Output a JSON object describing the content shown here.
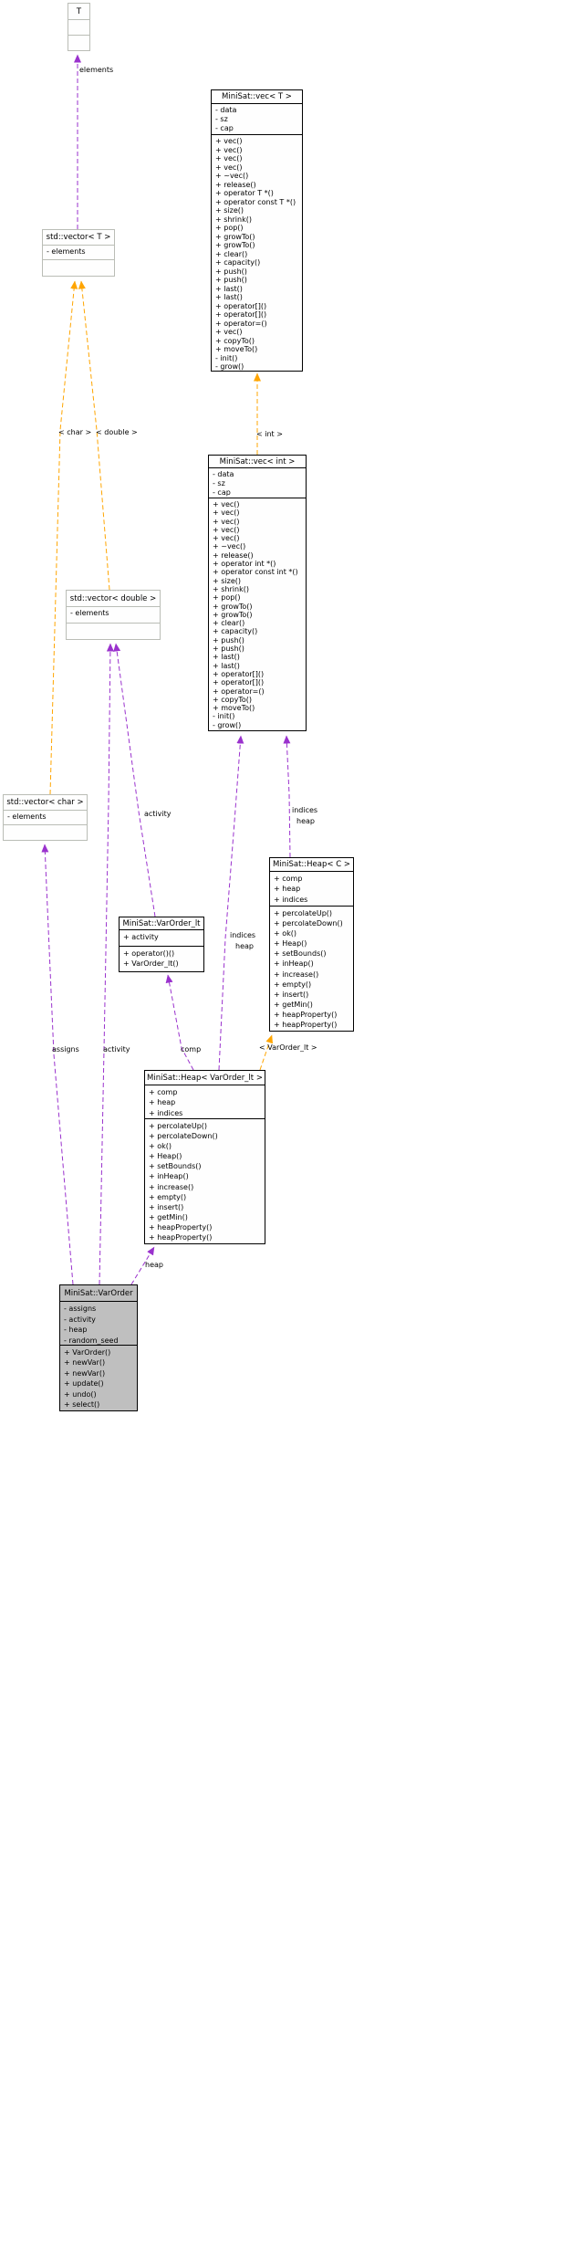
{
  "diagram_type": "collaboration-graph",
  "colors": {
    "usage_edge": "#9a32cd",
    "template_edge": "#ffa500",
    "class_fill": "#fefefe",
    "main_class_fill": "#bfbfbf",
    "external_border": "#babdb6",
    "class_border": "#000000"
  },
  "classes": {
    "t": {
      "title": "T",
      "attributes": [],
      "methods": []
    },
    "vec_t": {
      "title": "MiniSat::vec< T >",
      "attributes": [
        "- data",
        "- sz",
        "- cap"
      ],
      "methods": [
        "+ vec()",
        "+ vec()",
        "+ vec()",
        "+ vec()",
        "+ ~vec()",
        "+ release()",
        "+ operator T *()",
        "+ operator const T *()",
        "+ size()",
        "+ shrink()",
        "+ pop()",
        "+ growTo()",
        "+ growTo()",
        "+ clear()",
        "+ capacity()",
        "+ push()",
        "+ push()",
        "+ last()",
        "+ last()",
        "+ operator[]()",
        "+ operator[]()",
        "+ operator=()",
        "+ vec()",
        "+ copyTo()",
        "+ moveTo()",
        "- init()",
        "- grow()"
      ]
    },
    "vector_t": {
      "title": "std::vector< T >",
      "attributes": [
        "- elements"
      ],
      "methods": []
    },
    "vec_int": {
      "title": "MiniSat::vec< int >",
      "attributes": [
        "- data",
        "- sz",
        "- cap"
      ],
      "methods": [
        "+ vec()",
        "+ vec()",
        "+ vec()",
        "+ vec()",
        "+ vec()",
        "+ ~vec()",
        "+ release()",
        "+ operator int *()",
        "+ operator const int *()",
        "+ size()",
        "+ shrink()",
        "+ pop()",
        "+ growTo()",
        "+ growTo()",
        "+ clear()",
        "+ capacity()",
        "+ push()",
        "+ push()",
        "+ last()",
        "+ last()",
        "+ operator[]()",
        "+ operator[]()",
        "+ operator=()",
        "+ copyTo()",
        "+ moveTo()",
        "- init()",
        "- grow()"
      ]
    },
    "vector_double": {
      "title": "std::vector< double >",
      "attributes": [
        "- elements"
      ],
      "methods": []
    },
    "vector_char": {
      "title": "std::vector< char >",
      "attributes": [
        "- elements"
      ],
      "methods": []
    },
    "heap_c": {
      "title": "MiniSat::Heap< C >",
      "attributes": [
        "+ comp",
        "+ heap",
        "+ indices"
      ],
      "methods": [
        "+ percolateUp()",
        "+ percolateDown()",
        "+ ok()",
        "+ Heap()",
        "+ setBounds()",
        "+ inHeap()",
        "+ increase()",
        "+ empty()",
        "+ insert()",
        "+ getMin()",
        "+ heapProperty()",
        "+ heapProperty()"
      ]
    },
    "varorder_lt": {
      "title": "MiniSat::VarOrder_lt",
      "attributes": [
        "+ activity"
      ],
      "methods": [
        "+ operator()()",
        "+ VarOrder_lt()"
      ]
    },
    "heap_varorder_lt": {
      "title": "MiniSat::Heap< VarOrder_lt >",
      "attributes": [
        "+ comp",
        "+ heap",
        "+ indices"
      ],
      "methods": [
        "+ percolateUp()",
        "+ percolateDown()",
        "+ ok()",
        "+ Heap()",
        "+ setBounds()",
        "+ inHeap()",
        "+ increase()",
        "+ empty()",
        "+ insert()",
        "+ getMin()",
        "+ heapProperty()",
        "+ heapProperty()"
      ]
    },
    "varorder": {
      "title": "MiniSat::VarOrder",
      "attributes": [
        "- assigns",
        "- activity",
        "- heap",
        "- random_seed"
      ],
      "methods": [
        "+ VarOrder()",
        "+ newVar()",
        "+ newVar()",
        "+ update()",
        "+ undo()",
        "+ select()"
      ]
    }
  },
  "edge_labels": {
    "elements": "elements",
    "tmpl_char": "< char >",
    "tmpl_double": "< double >",
    "tmpl_int": "< int >",
    "tmpl_varorder_lt": "< VarOrder_lt >",
    "activity_upper": "activity",
    "indices_right": "indices",
    "heap_right": "heap",
    "indices_center": "indices",
    "heap_center": "heap",
    "comp": "comp",
    "assigns": "assigns",
    "activity_lower": "activity",
    "heap_bottom": "heap"
  }
}
